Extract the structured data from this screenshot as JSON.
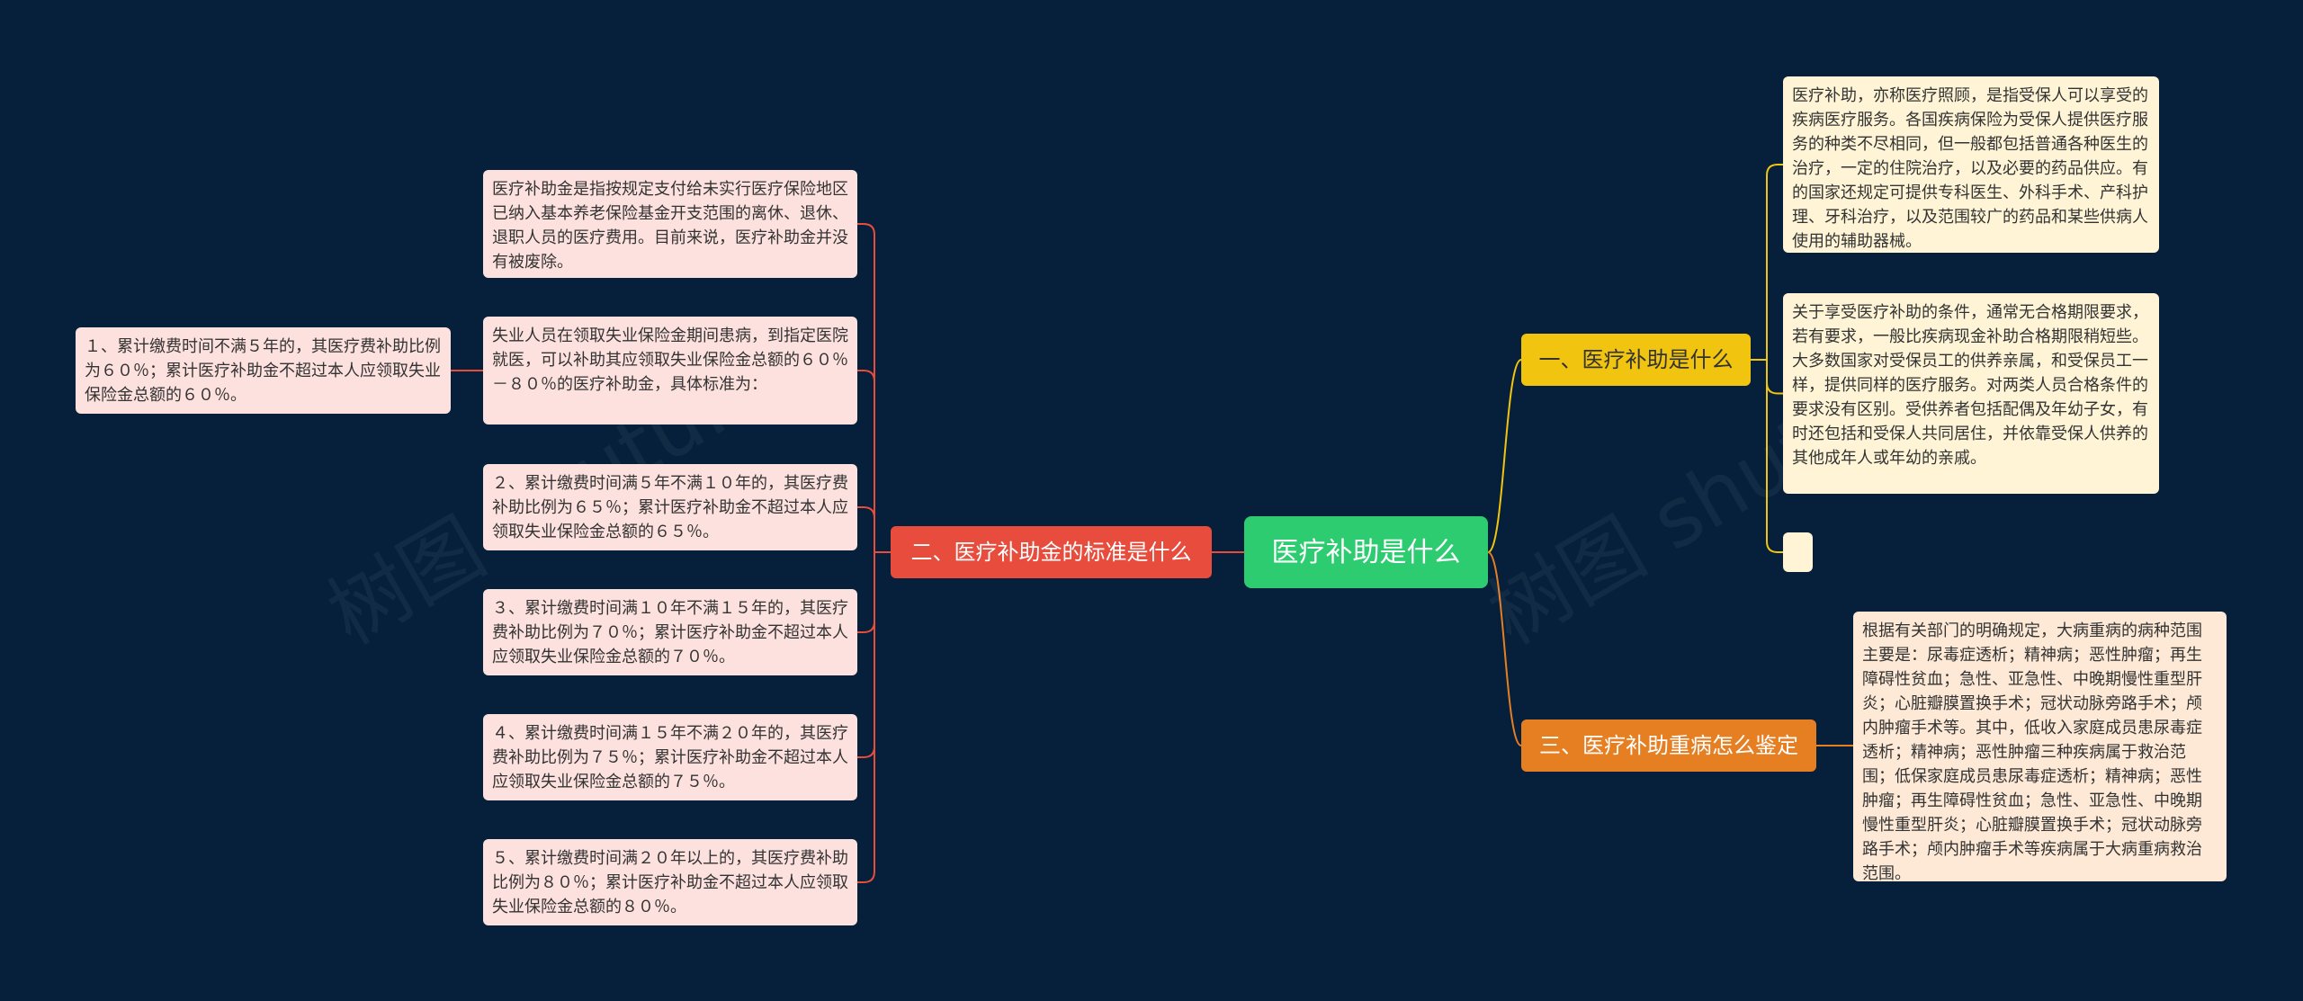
{
  "colors": {
    "background": "#06203b",
    "center": "#2ecc71",
    "branch_red": "#e74c3c",
    "branch_yellow": "#f1c40f",
    "branch_orange": "#e67e22",
    "leaf_red": "#fde1de",
    "leaf_yellow": "#fff5d6",
    "leaf_orange": "#fde9d6"
  },
  "center": {
    "label": "医疗补助是什么"
  },
  "branches": [
    {
      "id": "b1",
      "label": "一、医疗补助是什么"
    },
    {
      "id": "b2",
      "label": "二、医疗补助金的标准是什么"
    },
    {
      "id": "b3",
      "label": "三、医疗补助重病怎么鉴定"
    }
  ],
  "leaves": {
    "b1_1": "医疗补助，亦称医疗照顾，是指受保人可以享受的疾病医疗服务。各国疾病保险为受保人提供医疗服务的种类不尽相同，但一般都包括普通各种医生的治疗，一定的住院治疗，以及必要的药品供应。有的国家还规定可提供专科医生、外科手术、产科护理、牙科治疗，以及范围较广的药品和某些供病人使用的辅助器械。",
    "b1_2": "关于享受医疗补助的条件，通常无合格期限要求，若有要求，一般比疾病现金补助合格期限稍短些。大多数国家对受保员工的供养亲属，和受保员工一样，提供同样的医疗服务。对两类人员合格条件的要求没有区别。受供养者包括配偶及年幼子女，有时还包括和受保人共同居住，并依靠受保人供养的其他成年人或年幼的亲戚。",
    "b1_3": "",
    "b2_1": "医疗补助金是指按规定支付给未实行医疗保险地区已纳入基本养老保险基金开支范围的离休、退休、退职人员的医疗费用。目前来说，医疗补助金并没有被废除。",
    "b2_2": "失业人员在领取失业保险金期间患病，到指定医院就医，可以补助其应领取失业保险金总额的６０％－８０％的医疗补助金，具体标准为：",
    "b2_2a": "１、累计缴费时间不满５年的，其医疗费补助比例为６０％；累计医疗补助金不超过本人应领取失业保险金总额的６０％。",
    "b2_3": "２、累计缴费时间满５年不满１０年的，其医疗费补助比例为６５％；累计医疗补助金不超过本人应领取失业保险金总额的６５％。",
    "b2_4": "３、累计缴费时间满１０年不满１５年的，其医疗费补助比例为７０％；累计医疗补助金不超过本人应领取失业保险金总额的７０％。",
    "b2_5": "４、累计缴费时间满１５年不满２０年的，其医疗费补助比例为７５％；累计医疗补助金不超过本人应领取失业保险金总额的７５％。",
    "b2_6": "５、累计缴费时间满２０年以上的，其医疗费补助比例为８０％；累计医疗补助金不超过本人应领取失业保险金总额的８０％。",
    "b3_1": "根据有关部门的明确规定，大病重病的病种范围主要是：尿毒症透析；精神病；恶性肿瘤；再生障碍性贫血；急性、亚急性、中晚期慢性重型肝炎；心脏瓣膜置换手术；冠状动脉旁路手术；颅内肿瘤手术等。其中，低收入家庭成员患尿毒症透析；精神病；恶性肿瘤三种疾病属于救治范围；低保家庭成员患尿毒症透析；精神病；恶性肿瘤；再生障碍性贫血；急性、亚急性、中晚期慢性重型肝炎；心脏瓣膜置换手术；冠状动脉旁路手术；颅内肿瘤手术等疾病属于大病重病救治范围。"
  }
}
